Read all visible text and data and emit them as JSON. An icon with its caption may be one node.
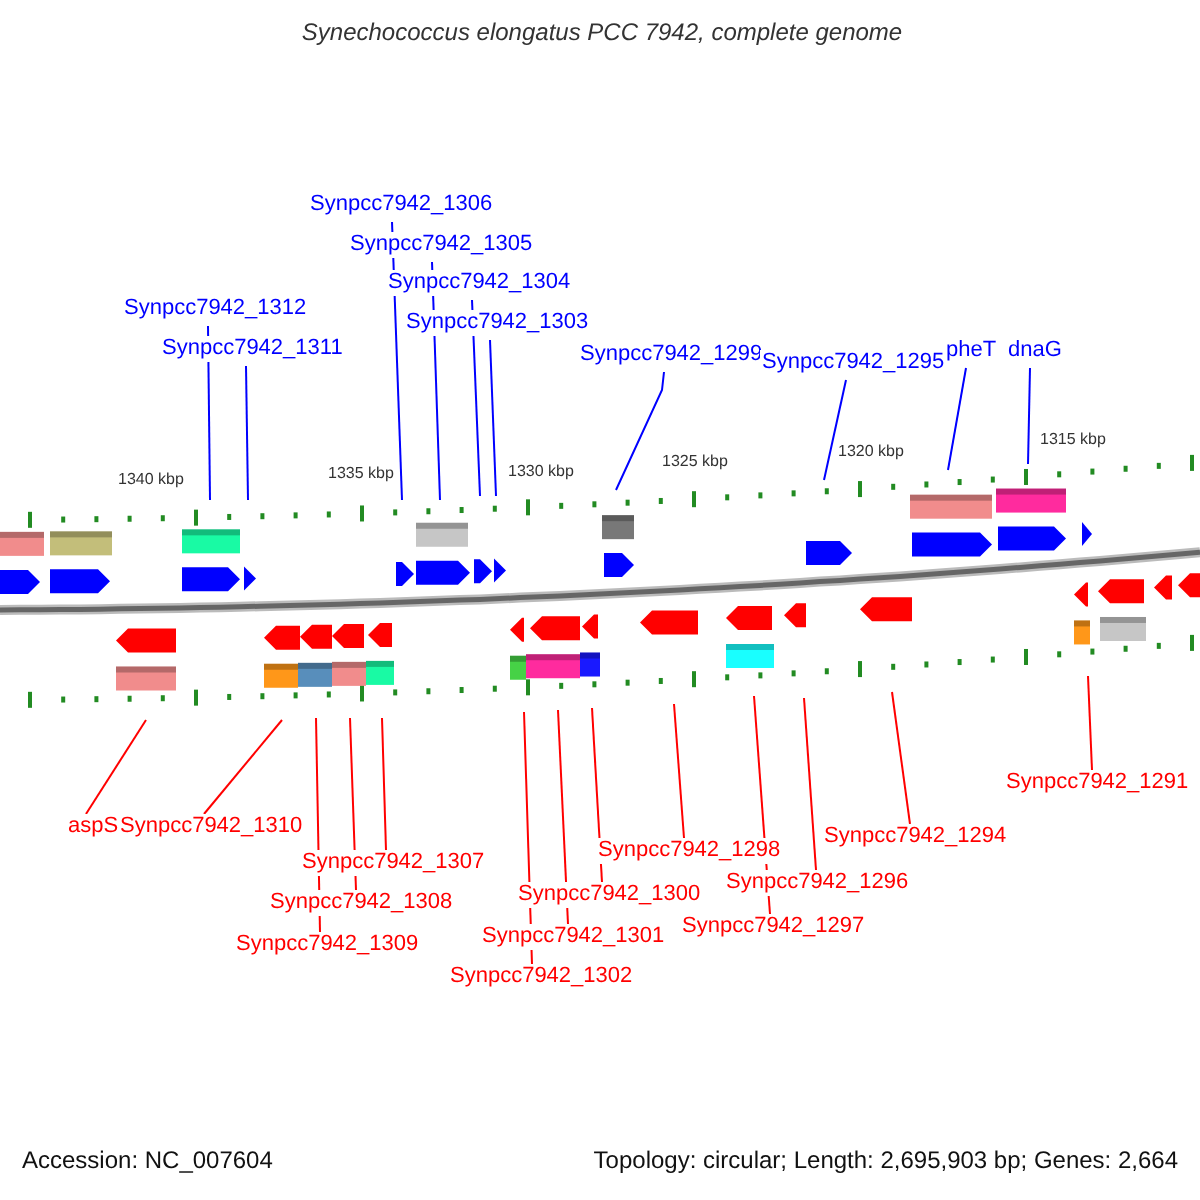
{
  "diagram": {
    "title": "Synechococcus elongatus PCC 7942, complete genome",
    "nodes": [
      {
        "text": [
          "Synpcc7942_1306"
        ]
      },
      {
        "text": [
          "Synpcc7942_1305"
        ]
      },
      {
        "text": [
          "Synpcc7942_1304"
        ]
      },
      {
        "text": [
          "Synpcc7942_1312"
        ]
      },
      {
        "text": [
          "Synpcc7942_1303"
        ]
      },
      {
        "text": [
          "Synpcc7942_1311"
        ]
      },
      {
        "text": [
          "Synpcc7942_1299"
        ]
      },
      {
        "text": [
          "Synpcc7942_1295"
        ]
      },
      {
        "text": [
          "pheT"
        ]
      },
      {
        "text": [
          "dnaG"
        ]
      },
      {
        "text": [
          "Synpcc7942_1291"
        ]
      },
      {
        "text": [
          "aspS"
        ]
      },
      {
        "text": [
          "Synpcc7942_1310"
        ]
      },
      {
        "text": [
          "Synpcc7942_1294"
        ]
      },
      {
        "text": [
          "Synpcc7942_1298"
        ]
      },
      {
        "text": [
          "Synpcc7942_1307"
        ]
      },
      {
        "text": [
          "Synpcc7942_1296"
        ]
      },
      {
        "text": [
          "Synpcc7942_1300"
        ]
      },
      {
        "text": [
          "Synpcc7942_1308"
        ]
      },
      {
        "text": [
          "Synpcc7942_1297"
        ]
      },
      {
        "text": [
          "Synpcc7942_1301"
        ]
      },
      {
        "text": [
          "Synpcc7942_1309"
        ]
      },
      {
        "text": [
          "Synpcc7942_1302"
        ]
      }
    ],
    "edges": [
      {
        "from": 0,
        "to": null,
        "arrow": "none",
        "color": "#0000ff"
      },
      {
        "from": 1,
        "to": null,
        "arrow": "none",
        "color": "#0000ff"
      },
      {
        "from": 2,
        "to": null,
        "arrow": "none",
        "color": "#0000ff"
      },
      {
        "from": 3,
        "to": null,
        "arrow": "none",
        "color": "#0000ff"
      },
      {
        "from": 4,
        "to": null,
        "arrow": "none",
        "color": "#0000ff"
      },
      {
        "from": 5,
        "to": null,
        "arrow": "none",
        "color": "#0000ff"
      },
      {
        "from": 6,
        "to": null,
        "arrow": "none",
        "color": "#0000ff"
      },
      {
        "from": 7,
        "to": null,
        "arrow": "none",
        "color": "#0000ff"
      },
      {
        "from": 8,
        "to": null,
        "arrow": "none",
        "color": "#0000ff"
      },
      {
        "from": 9,
        "to": null,
        "arrow": "none",
        "color": "#0000ff"
      },
      {
        "from": 10,
        "to": null,
        "arrow": "none"
      },
      {
        "from": 11,
        "to": null,
        "arrow": "none"
      },
      {
        "from": 12,
        "to": null,
        "arrow": "none"
      },
      {
        "from": 13,
        "to": null,
        "arrow": "none"
      },
      {
        "from": 14,
        "to": null,
        "arrow": "none"
      },
      {
        "from": 15,
        "to": null,
        "arrow": "none"
      },
      {
        "from": 16,
        "to": null,
        "arrow": "none"
      },
      {
        "from": 17,
        "to": null,
        "arrow": "none"
      },
      {
        "from": 18,
        "to": null,
        "arrow": "none"
      },
      {
        "from": 19,
        "to": null,
        "arrow": "none"
      },
      {
        "from": 20,
        "to": null,
        "arrow": "none"
      },
      {
        "from": 21,
        "to": null,
        "arrow": "none"
      },
      {
        "from": 22,
        "to": null,
        "arrow": "none"
      }
    ],
    "labels": [
      "1340 kbp",
      "1335 kbp",
      "1330 kbp",
      "1325 kbp",
      "1320 kbp",
      "1315 kbp",
      "Accession: NC_007604",
      "Topology: circular; Length: 2,695,903 bp; Genes: 2,664"
    ]
  }
}
